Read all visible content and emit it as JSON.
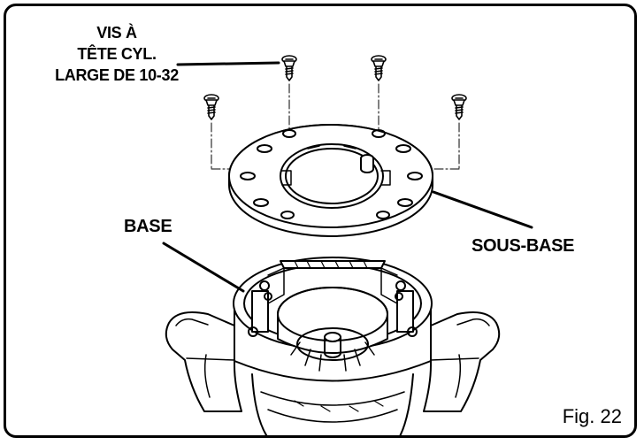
{
  "labels": {
    "screw_line1": "VIS À",
    "screw_line2": "TÊTE CYL.",
    "screw_line3": "LARGE DE 10-32",
    "base": "BASE",
    "sub_base": "SOUS-BASE",
    "figure": "Fig. 22"
  }
}
